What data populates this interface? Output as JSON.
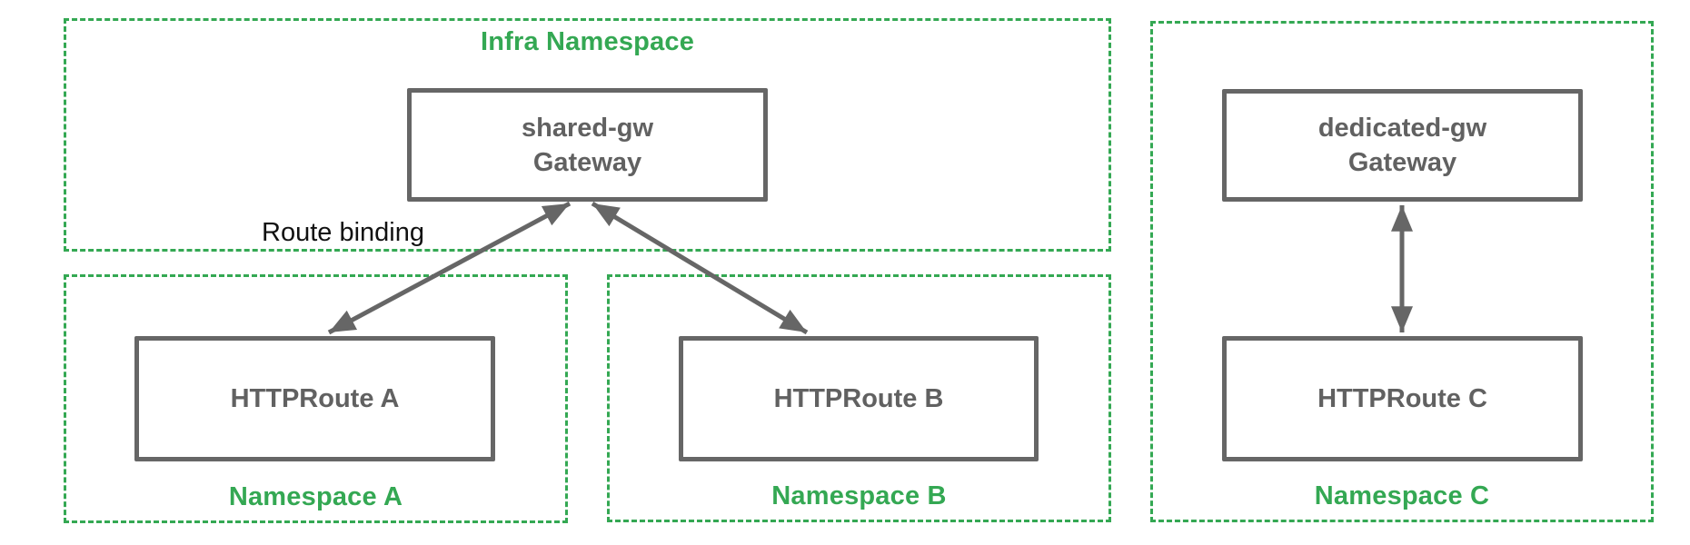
{
  "diagram": {
    "infra_namespace": {
      "label": "Infra Namespace",
      "gateway": {
        "line1": "shared-gw",
        "line2": "Gateway"
      }
    },
    "route_binding_label": "Route binding",
    "namespace_a": {
      "label": "Namespace A",
      "route": "HTTPRoute A"
    },
    "namespace_b": {
      "label": "Namespace B",
      "route": "HTTPRoute B"
    },
    "namespace_c": {
      "label": "Namespace C",
      "gateway": {
        "line1": "dedicated-gw",
        "line2": "Gateway"
      },
      "route": "HTTPRoute C"
    },
    "colors": {
      "namespace_green": "#34A853",
      "box_border_gray": "#666666",
      "box_text_gray": "#616161",
      "label_black": "#111111"
    }
  }
}
